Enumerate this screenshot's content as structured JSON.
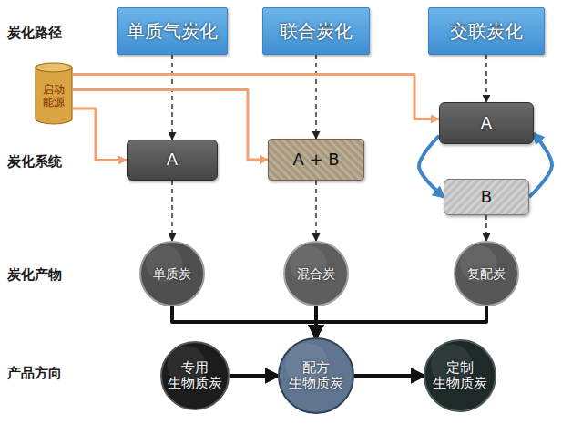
{
  "diagram": {
    "nodes": [
      {
        "text": [
          "单质气炭化"
        ]
      },
      {
        "text": [
          "联合炭化"
        ]
      },
      {
        "text": [
          "交联炭化"
        ]
      },
      {
        "text": [
          "启动 能源"
        ]
      },
      {
        "text": [
          "A"
        ]
      },
      {
        "text": [
          "A + B"
        ]
      },
      {
        "text": [
          "A"
        ]
      },
      {
        "text": [
          "B"
        ]
      },
      {
        "text": [
          "单质炭"
        ]
      },
      {
        "text": [
          "混合炭"
        ]
      },
      {
        "text": [
          "复配炭"
        ]
      },
      {
        "text": [
          "专用 生物质炭"
        ]
      },
      {
        "text": [
          "配方 生物质炭"
        ]
      },
      {
        "text": [
          "定制 生物质炭"
        ]
      }
    ],
    "edges": [
      {
        "from": 0,
        "to": 4,
        "arrow": "to"
      },
      {
        "from": 1,
        "to": 5,
        "arrow": "to"
      },
      {
        "from": 2,
        "to": 6,
        "arrow": "to"
      },
      {
        "from": 3,
        "to": 4,
        "arrow": "to"
      },
      {
        "from": 3,
        "to": 5,
        "arrow": "to"
      },
      {
        "from": 3,
        "to": 6,
        "arrow": "to"
      },
      {
        "from": 6,
        "to": 7,
        "arrow": "to"
      },
      {
        "from": 7,
        "to": 6,
        "arrow": "to"
      },
      {
        "from": 4,
        "to": 8,
        "arrow": "to"
      },
      {
        "from": 5,
        "to": 9,
        "arrow": "to"
      },
      {
        "from": 7,
        "to": 10,
        "arrow": "to"
      },
      {
        "from": 8,
        "to": 12,
        "arrow": "to"
      },
      {
        "from": 9,
        "to": 12,
        "arrow": "to"
      },
      {
        "from": 10,
        "to": 12,
        "arrow": "to"
      },
      {
        "from": 11,
        "to": 12,
        "arrow": "to"
      },
      {
        "from": 12,
        "to": 13,
        "arrow": "to"
      }
    ],
    "labels": [
      "炭化路径",
      "炭化系统",
      "炭化产物",
      "产品方向"
    ]
  }
}
